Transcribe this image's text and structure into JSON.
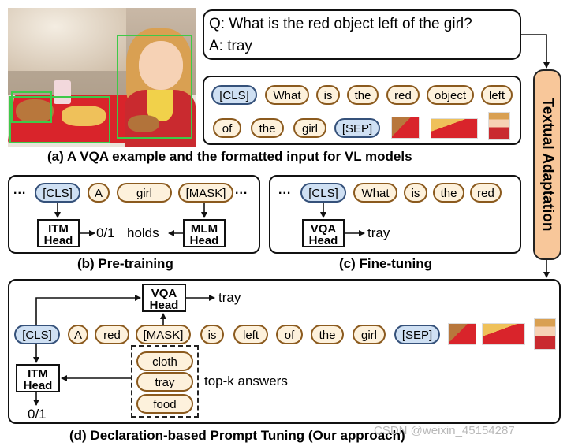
{
  "qa_box": {
    "question": "Q: What is the red object left of the girl?",
    "answer": "A: tray"
  },
  "input_tokens": [
    "[CLS]",
    "What",
    "is",
    "the",
    "red",
    "object",
    "left",
    "of",
    "the",
    "girl",
    "[SEP]"
  ],
  "caption_a": "(a) A VQA example and the formatted input for VL models",
  "textual_adaptation": "Textual Adaptation",
  "pretraining": {
    "dots": "...",
    "tokens": [
      "[CLS]",
      "A",
      "girl",
      "[MASK]"
    ],
    "itm_head": "ITM\nHead",
    "mlm_head": "MLM\nHead",
    "itm_output": "0/1",
    "mlm_output": "holds",
    "caption": "(b) Pre-training"
  },
  "finetuning": {
    "dots": "...",
    "tokens": [
      "[CLS]",
      "What",
      "is",
      "the",
      "red"
    ],
    "vqa_head": "VQA\nHead",
    "output": "tray",
    "caption": "(c) Fine-tuning"
  },
  "dpt": {
    "tokens": [
      "[CLS]",
      "A",
      "red",
      "[MASK]",
      "is",
      "left",
      "of",
      "the",
      "girl",
      "[SEP]"
    ],
    "vqa_head": "VQA\nHead",
    "vqa_output": "tray",
    "itm_head": "ITM\nHead",
    "itm_output": "0/1",
    "candidates": [
      "cloth",
      "tray",
      "food"
    ],
    "topk_label": "top-k answers",
    "caption": "(d) Declaration-based Prompt Tuning (Our approach)"
  },
  "watermark": "CSDN @weixin_45154287",
  "colors": {
    "text_token_fill": "#fdf1dc",
    "special_token_fill": "#cfe0f3",
    "adaptation_fill": "#f8c79a",
    "detection_box": "#3ec94a"
  }
}
